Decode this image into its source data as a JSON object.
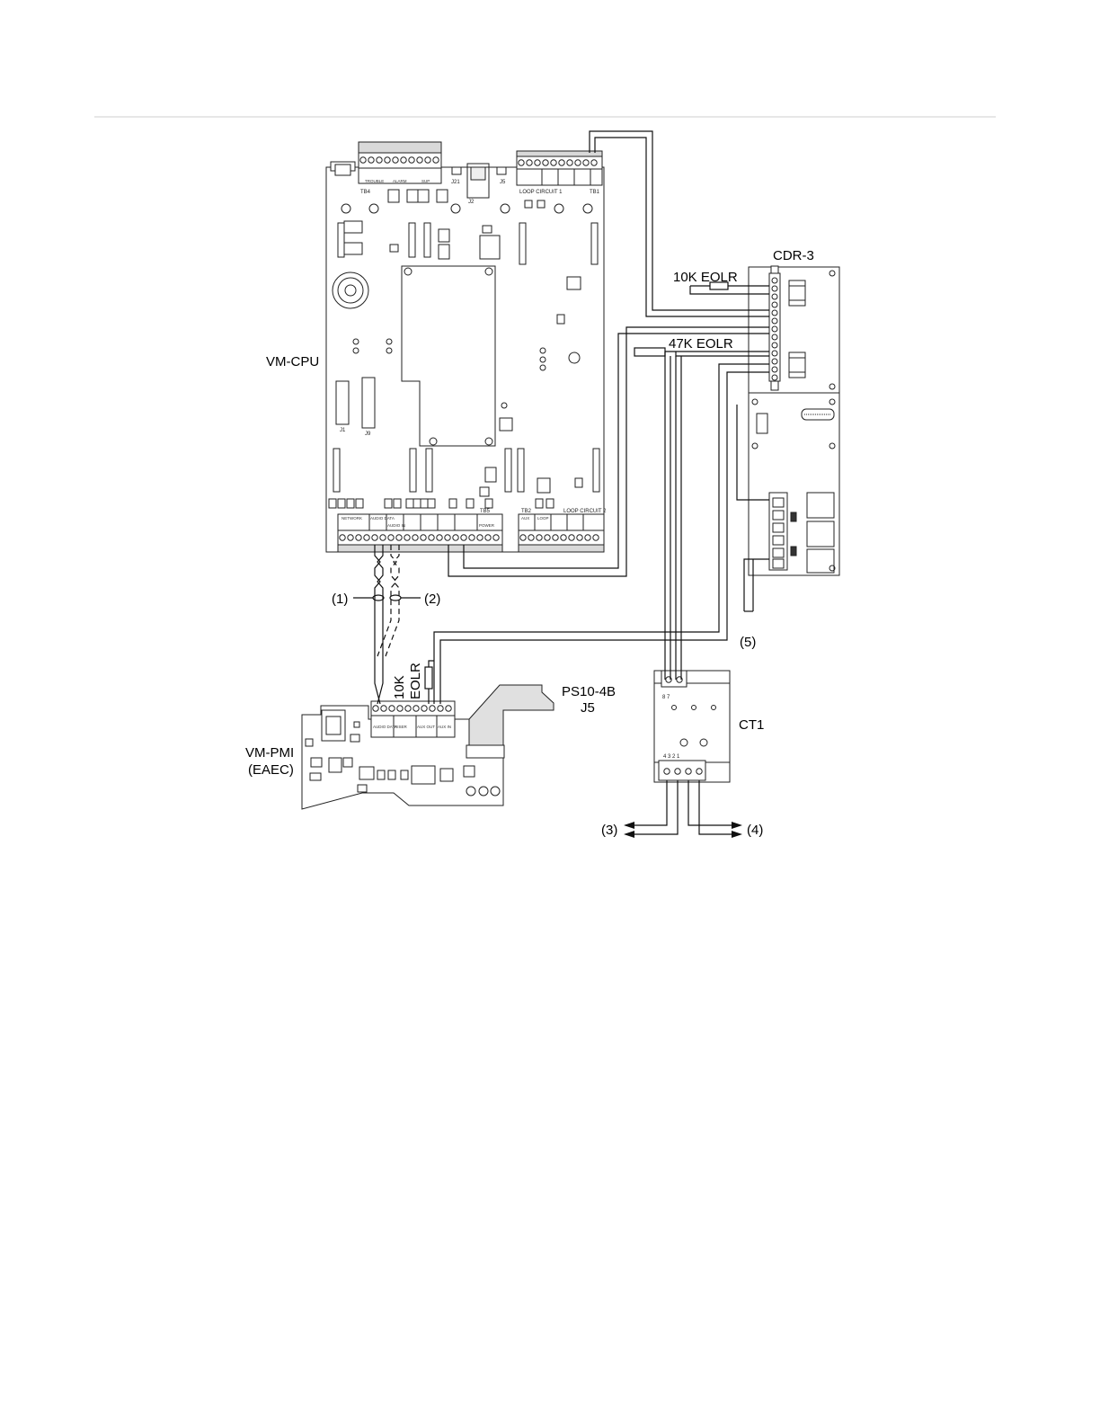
{
  "diagram": {
    "labels": {
      "vm_cpu": "VM-CPU",
      "cdr3": "CDR-3",
      "eolr_10k_top": "10K EOLR",
      "eolr_47k": "47K EOLR",
      "callout_1": "(1)",
      "callout_2": "(2)",
      "callout_3": "(3)",
      "callout_4": "(4)",
      "callout_5": "(5)",
      "eolr_10k_vertical_1": "10K",
      "eolr_10k_vertical_2": "EOLR",
      "ps10_line1": "PS10-4B",
      "ps10_line2": "J5",
      "vm_pmi_line1": "VM-PMI",
      "vm_pmi_line2": "(EAEC)",
      "ct1": "CT1"
    },
    "board_text": {
      "tb4": "TB4",
      "j21": "J21",
      "j5": "J5",
      "j2": "J2",
      "loop_circuit_1": "LOOP CIRCUIT 1",
      "tb1": "TB1",
      "j1": "J1",
      "j9": "J9",
      "tb5": "TB5",
      "tb2": "TB2",
      "loop_circuit_2": "LOOP CIRCUIT 2",
      "tb4_trouble": "TROUBLE",
      "tb4_alarm": "ALARM",
      "tb4_sup": "SUP",
      "tb5_network": "NETWORK",
      "tb5_audio_data": "AUDIO DATA",
      "tb5_audio_in": "AUDIO IN",
      "tb5_power": "POWER",
      "tb2_aux": "AUX",
      "tb2_loop": "LOOP",
      "pmi_audio_data": "AUDIO DATA",
      "pmi_riser": "RISER",
      "pmi_aux_out": "AUX OUT",
      "pmi_aux_in": "AUX IN",
      "ct1_top_terminals": "8  7",
      "ct1_bottom_terminals": "4  3  2  1"
    }
  }
}
